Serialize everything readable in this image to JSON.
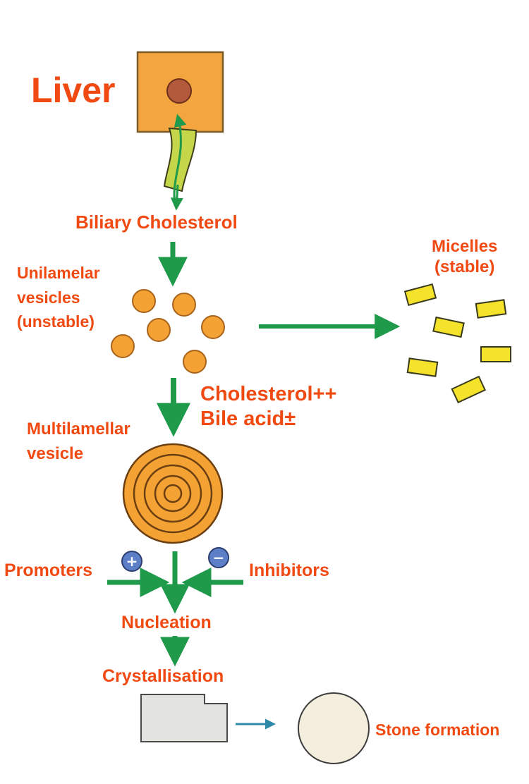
{
  "diagram": {
    "title": "Liver",
    "labels": {
      "biliary_cholesterol": "Biliary Cholesterol",
      "unilamelar": [
        "Unilamelar",
        "vesicles",
        "(unstable)"
      ],
      "micelles": [
        "Micelles",
        "(stable)"
      ],
      "cholesterol_bile": [
        "Cholesterol++",
        "Bile acid±"
      ],
      "multilamellar": [
        "Multilamellar",
        "vesicle"
      ],
      "promoters": "Promoters",
      "inhibitors": "Inhibitors",
      "nucleation": "Nucleation",
      "crystallisation": "Crystallisation",
      "stone_formation": "Stone formation"
    },
    "signs": {
      "plus": "+",
      "minus": "−"
    },
    "colors": {
      "label": "#f04a12",
      "arrow": "#1f9a4a",
      "liver_fill": "#f3a640",
      "vesicle_fill": "#f3a233",
      "micelle_fill": "#f5e22a",
      "duct_fill": "#c5d64a",
      "crystal_fill": "#e3e3e0",
      "stone_fill": "#f3eedd",
      "small_arrow": "#2e88a8",
      "sign_fill": "#5c7fc7"
    }
  }
}
